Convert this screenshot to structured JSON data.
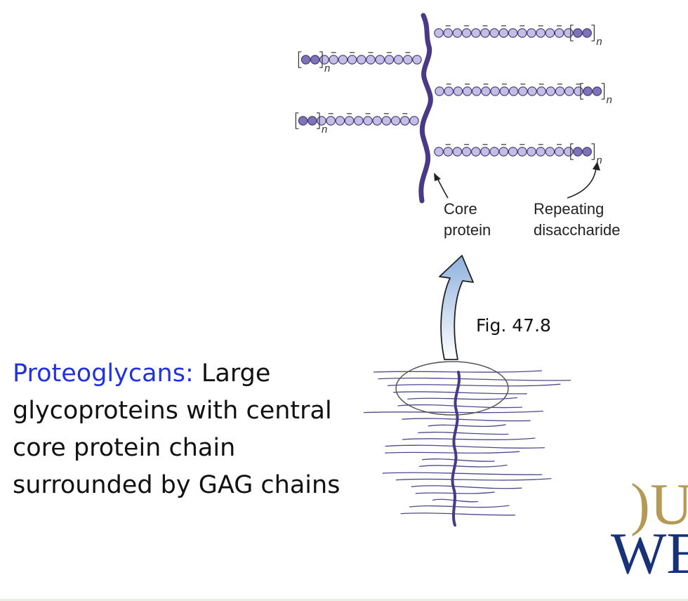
{
  "diagram": {
    "labels": {
      "core_protein_line1": "Core",
      "core_protein_line2": "protein",
      "repeating_line1": "Repeating",
      "repeating_line2": "disaccharide",
      "repeat_n": "n",
      "figure_ref": "Fig. 47.8"
    },
    "colors": {
      "core_protein": "#4a3a86",
      "light_bead": "#c4bde6",
      "dark_bead": "#7e72b8",
      "bead_outline": "#3e3470",
      "arrow_top": "#8fb1dd",
      "arrow_bottom": "#ffffff",
      "aggregate_lines": "#4d4a8c"
    },
    "gag_chains": [
      {
        "side": "right",
        "beads": 17
      },
      {
        "side": "left",
        "beads": 13
      },
      {
        "side": "right",
        "beads": 18
      },
      {
        "side": "left",
        "beads": 13
      },
      {
        "side": "right",
        "beads": 17
      }
    ]
  },
  "caption": {
    "term": "Proteoglycans:",
    "description": "Large glycoproteins with central core protein chain surrounded by GAG chains"
  },
  "logo": {
    "line1": ")U",
    "line2": "WE"
  }
}
